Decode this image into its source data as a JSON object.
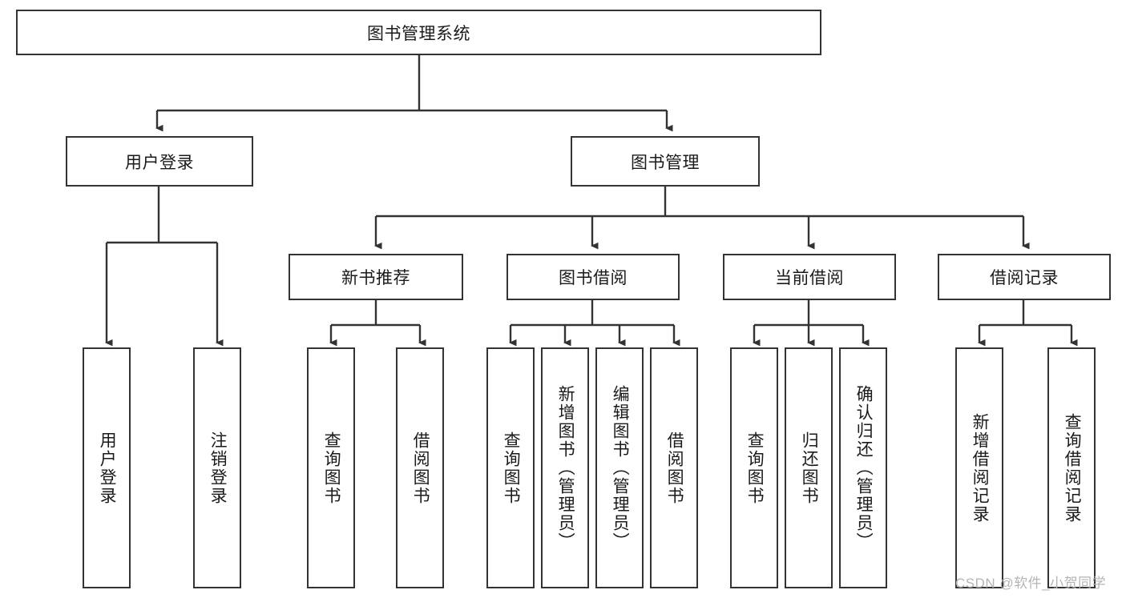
{
  "diagram": {
    "title_node": {
      "label": "图书管理系统"
    },
    "level2": [
      {
        "id": "user-login",
        "label": "用户登录"
      },
      {
        "id": "book-management",
        "label": "图书管理"
      }
    ],
    "level3": [
      {
        "id": "new-book-recommendation",
        "label": "新书推荐"
      },
      {
        "id": "book-borrow",
        "label": "图书借阅"
      },
      {
        "id": "current-borrow",
        "label": "当前借阅"
      },
      {
        "id": "borrow-record",
        "label": "借阅记录"
      }
    ],
    "leaves": {
      "user_login": [
        {
          "id": "leaf-user-login",
          "label": "用户登录"
        },
        {
          "id": "leaf-logout",
          "label": "注销登录"
        }
      ],
      "new_book_recommendation": [
        {
          "id": "leaf-query-books-1",
          "label": "查询图书"
        },
        {
          "id": "leaf-borrow-books-1",
          "label": "借阅图书"
        }
      ],
      "book_borrow": [
        {
          "id": "leaf-query-books-2",
          "label": "查询图书"
        },
        {
          "id": "leaf-add-book",
          "label": "新增图书（管理员）"
        },
        {
          "id": "leaf-edit-book",
          "label": "编辑图书（管理员）"
        },
        {
          "id": "leaf-borrow-books-2",
          "label": "借阅图书"
        }
      ],
      "current_borrow": [
        {
          "id": "leaf-query-books-3",
          "label": "查询图书"
        },
        {
          "id": "leaf-return-book",
          "label": "归还图书"
        },
        {
          "id": "leaf-confirm-return",
          "label": "确认归还（管理员）"
        }
      ],
      "borrow_record": [
        {
          "id": "leaf-add-record",
          "label": "新增借阅记录"
        },
        {
          "id": "leaf-query-record",
          "label": "查询借阅记录"
        }
      ]
    }
  },
  "watermark": {
    "text": "CSDN @软件_小贺同学"
  },
  "colors": {
    "stroke": "#333333",
    "background": "#ffffff",
    "text": "#1a1a1a",
    "watermark": "#b4b4b4"
  }
}
